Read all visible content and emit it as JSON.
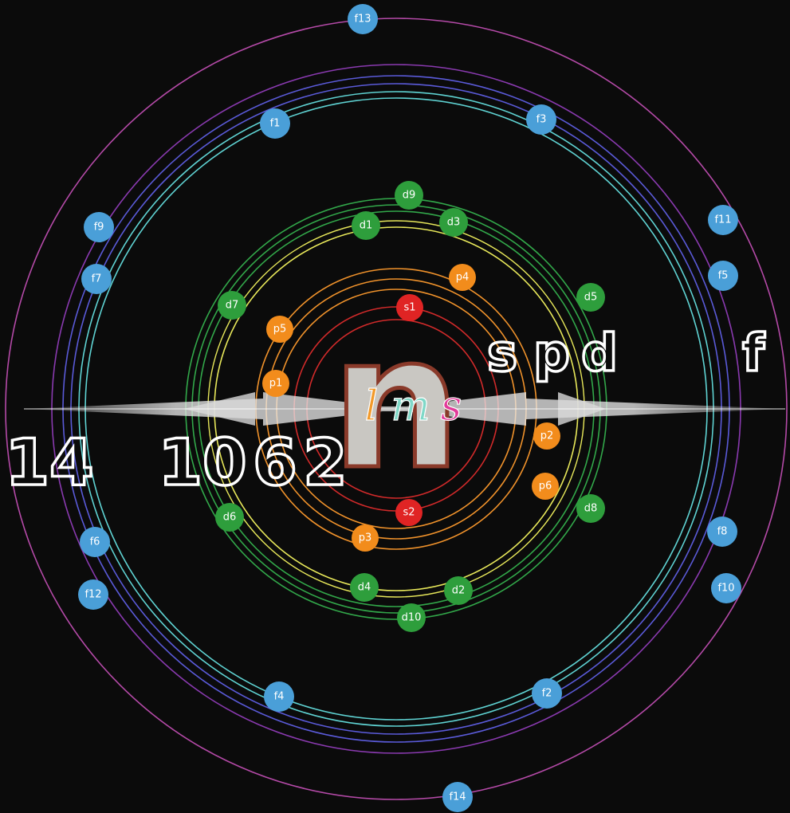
{
  "colors": {
    "background": "#0b0b0b",
    "s": "#e02424",
    "p": "#f28c1c",
    "d": "#2e9e3c",
    "f": "#4a9fd8",
    "ring_s": "#d12a2a",
    "ring_p": "#f0922b",
    "ring_yellow": "#e8e85a",
    "ring_d": "#32a84a",
    "ring_cyan": "#5fd3d3",
    "ring_blue": "#5a5ad8",
    "ring_purple": "#8a3ab0",
    "ring_magenta": "#b54aa8",
    "n_fill": "#c9c7c2",
    "n_stroke": "#8a3a2a",
    "l_color": "#f29a2a",
    "m_color": "#7fd8c8",
    "s_color": "#e23a9a"
  },
  "central": {
    "letter": "n",
    "l": "l",
    "m": "m",
    "s": "s"
  },
  "subshells": [
    "s",
    "p",
    "d",
    "f"
  ],
  "capacities": [
    "14",
    "10",
    "6",
    "2"
  ],
  "electrons": {
    "s": [
      "s1",
      "s2"
    ],
    "p": [
      "p1",
      "p2",
      "p3",
      "p4",
      "p5",
      "p6"
    ],
    "d": [
      "d1",
      "d2",
      "d3",
      "d4",
      "d5",
      "d6",
      "d7",
      "d8",
      "d9",
      "d10"
    ],
    "f": [
      "f1",
      "f2",
      "f3",
      "f4",
      "f5",
      "f6",
      "f7",
      "f8",
      "f9",
      "f10",
      "f11",
      "f12",
      "f13",
      "f14"
    ]
  }
}
